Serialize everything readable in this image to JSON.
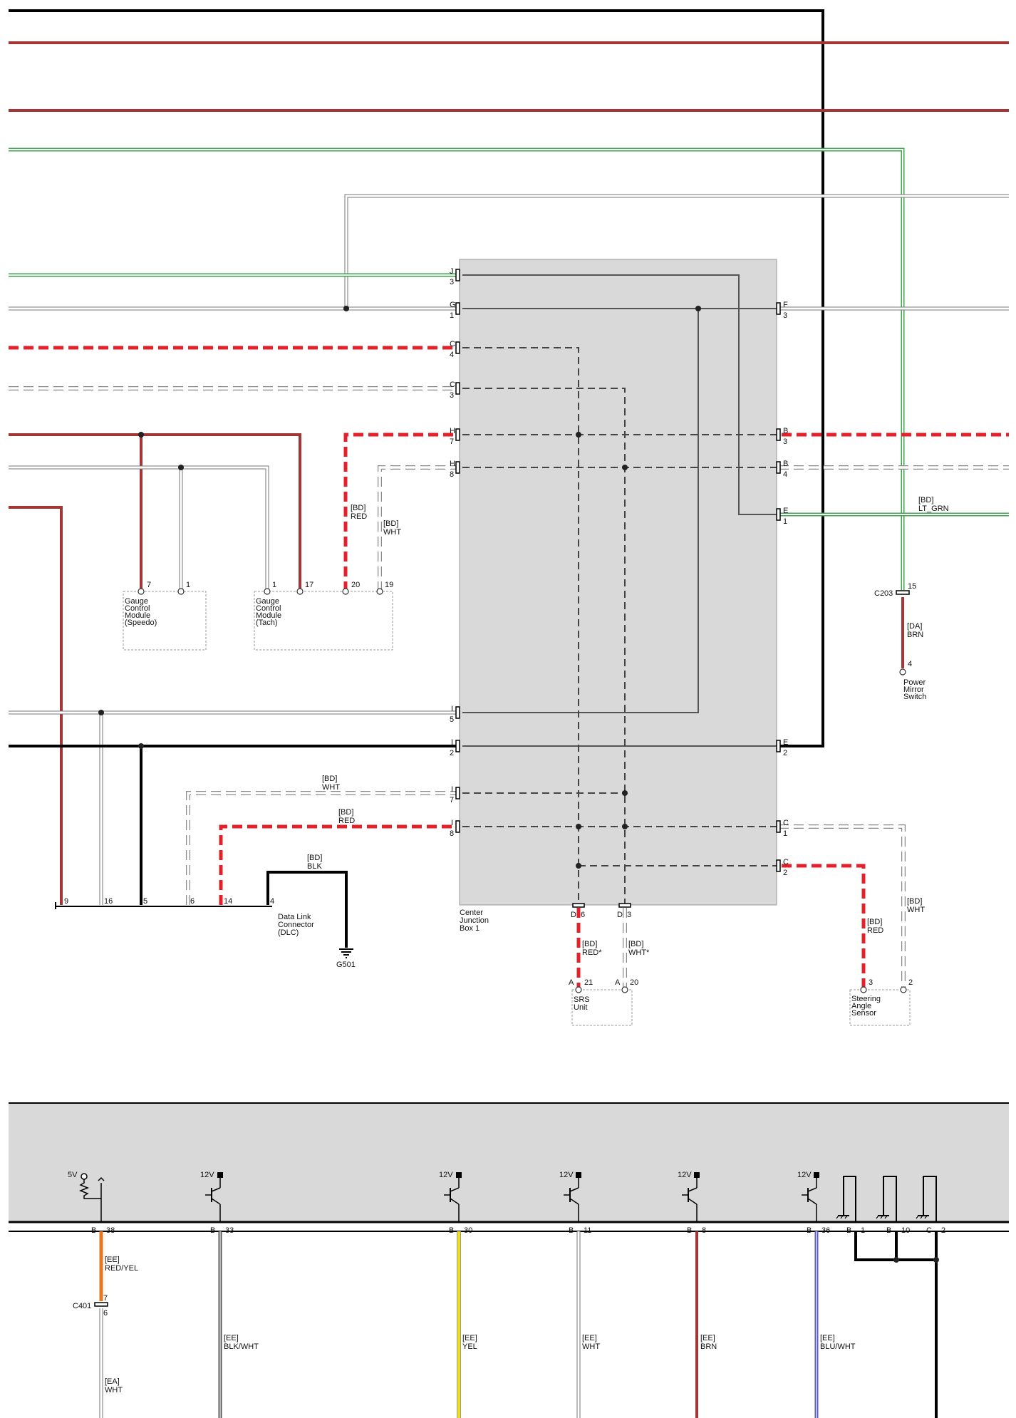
{
  "junction_box": {
    "label": [
      "Center",
      "Junction",
      "Box 1"
    ],
    "left_connectors": [
      {
        "id": "J",
        "pin": "3"
      },
      {
        "id": "G",
        "pin": "1"
      },
      {
        "id": "C",
        "pin": "4"
      },
      {
        "id": "C",
        "pin": "3"
      },
      {
        "id": "H",
        "pin": "7"
      },
      {
        "id": "H",
        "pin": "8"
      },
      {
        "id": "I",
        "pin": "5"
      },
      {
        "id": "I",
        "pin": "2"
      },
      {
        "id": "I",
        "pin": "7"
      },
      {
        "id": "I",
        "pin": "8"
      }
    ],
    "right_connectors": [
      {
        "id": "F",
        "pin": "3"
      },
      {
        "id": "B",
        "pin": "3"
      },
      {
        "id": "B",
        "pin": "4"
      },
      {
        "id": "E",
        "pin": "1"
      },
      {
        "id": "E",
        "pin": "2"
      },
      {
        "id": "C",
        "pin": "1"
      },
      {
        "id": "C",
        "pin": "2"
      }
    ],
    "bottom_connectors": [
      {
        "id": "D",
        "pin": "6"
      },
      {
        "id": "D",
        "pin": "3"
      }
    ]
  },
  "components": {
    "gauge_speedo": {
      "label": [
        "Gauge",
        "Control",
        "Module",
        "(Speedo)"
      ],
      "pins": [
        "7",
        "1"
      ]
    },
    "gauge_tach": {
      "label": [
        "Gauge",
        "Control",
        "Module",
        "(Tach)"
      ],
      "pins": [
        "1",
        "17",
        "20",
        "19"
      ]
    },
    "dlc": {
      "label": [
        "Data Link",
        "Connector",
        "(DLC)"
      ],
      "pins": [
        "9",
        "16",
        "5",
        "6",
        "14",
        "4"
      ]
    },
    "ground": {
      "label": "G501"
    },
    "srs": {
      "label": [
        "SRS",
        "Unit"
      ],
      "pins": [
        "A",
        "21",
        "A",
        "20"
      ]
    },
    "steering": {
      "label": [
        "Steering",
        "Angle",
        "Sensor"
      ],
      "pins": [
        "3",
        "2"
      ]
    },
    "power_mirror": {
      "label": [
        "Power",
        "Mirror",
        "Switch"
      ],
      "pin": "4"
    },
    "c203": {
      "label": "C203",
      "pin": "15"
    },
    "c401": {
      "label": "C401",
      "pin_top": "7",
      "pin_bottom": "6"
    }
  },
  "wire_labels": {
    "h7_red": [
      "[BD]",
      "RED"
    ],
    "h8_wht": [
      "[BD]",
      "WHT"
    ],
    "e1_ltgrn": [
      "[BD]",
      "LT_GRN"
    ],
    "brn_da": [
      "[DA]",
      "BRN"
    ],
    "i7_wht": [
      "[BD]",
      "WHT"
    ],
    "i8_red": [
      "[BD]",
      "RED"
    ],
    "dlc_blk": [
      "[BD]",
      "BLK"
    ],
    "d6_red": [
      "[BD]",
      "RED*"
    ],
    "d3_wht": [
      "[BD]",
      "WHT*"
    ],
    "c2_red": [
      "[BD]",
      "RED"
    ],
    "c1_wht": [
      "[BD]",
      "WHT"
    ]
  },
  "module": {
    "supply_5v": "5V",
    "supply_12v": "12V",
    "pins": [
      {
        "conn": "B",
        "pin": "38"
      },
      {
        "conn": "B",
        "pin": "33"
      },
      {
        "conn": "B",
        "pin": "30"
      },
      {
        "conn": "B",
        "pin": "11"
      },
      {
        "conn": "B",
        "pin": "8"
      },
      {
        "conn": "B",
        "pin": "36"
      },
      {
        "conn": "B",
        "pin": "1"
      },
      {
        "conn": "B",
        "pin": "10"
      },
      {
        "conn": "C",
        "pin": "2"
      }
    ],
    "wires": [
      {
        "code": "[EE]",
        "color": "RED/YEL"
      },
      {
        "code": "[EA]",
        "color": "WHT"
      },
      {
        "code": "[EE]",
        "color": "BLK/WHT"
      },
      {
        "code": "[EE]",
        "color": "YEL"
      },
      {
        "code": "[EE]",
        "color": "WHT"
      },
      {
        "code": "[EE]",
        "color": "BRN"
      },
      {
        "code": "[EE]",
        "color": "BLU/WHT"
      }
    ]
  },
  "colors": {
    "black": "#000000",
    "dark_red": "#a33535",
    "red": "#e4202a",
    "green": "#3aa84a",
    "orange": "#e8771f",
    "yellow": "#e9e21a",
    "blue": "#5a5ac8",
    "box_fill": "#d9d9d9"
  }
}
